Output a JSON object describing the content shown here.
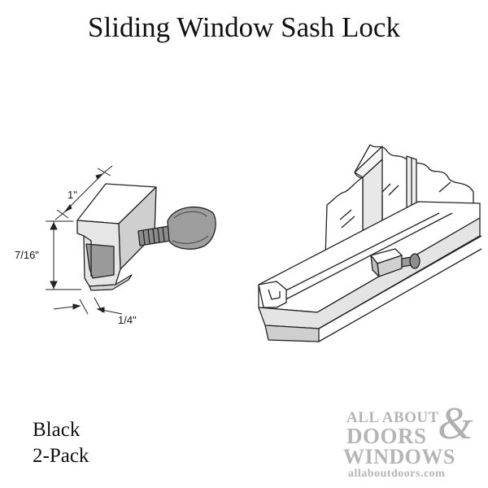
{
  "title": "Sliding Window Sash Lock",
  "diagram": {
    "dim_width": "1\"",
    "dim_height": "7/16\"",
    "dim_depth": "1/4\""
  },
  "variant": {
    "color": "Black",
    "pack": "2-Pack"
  },
  "logo": {
    "line1": "ALL ABOUT",
    "ampersand": "&",
    "line2": "DOORS",
    "line3": "WINDOWS",
    "website": "allaboutdoors.com"
  },
  "colors": {
    "text": "#111111",
    "logo_gray": "#b5b5b5"
  }
}
